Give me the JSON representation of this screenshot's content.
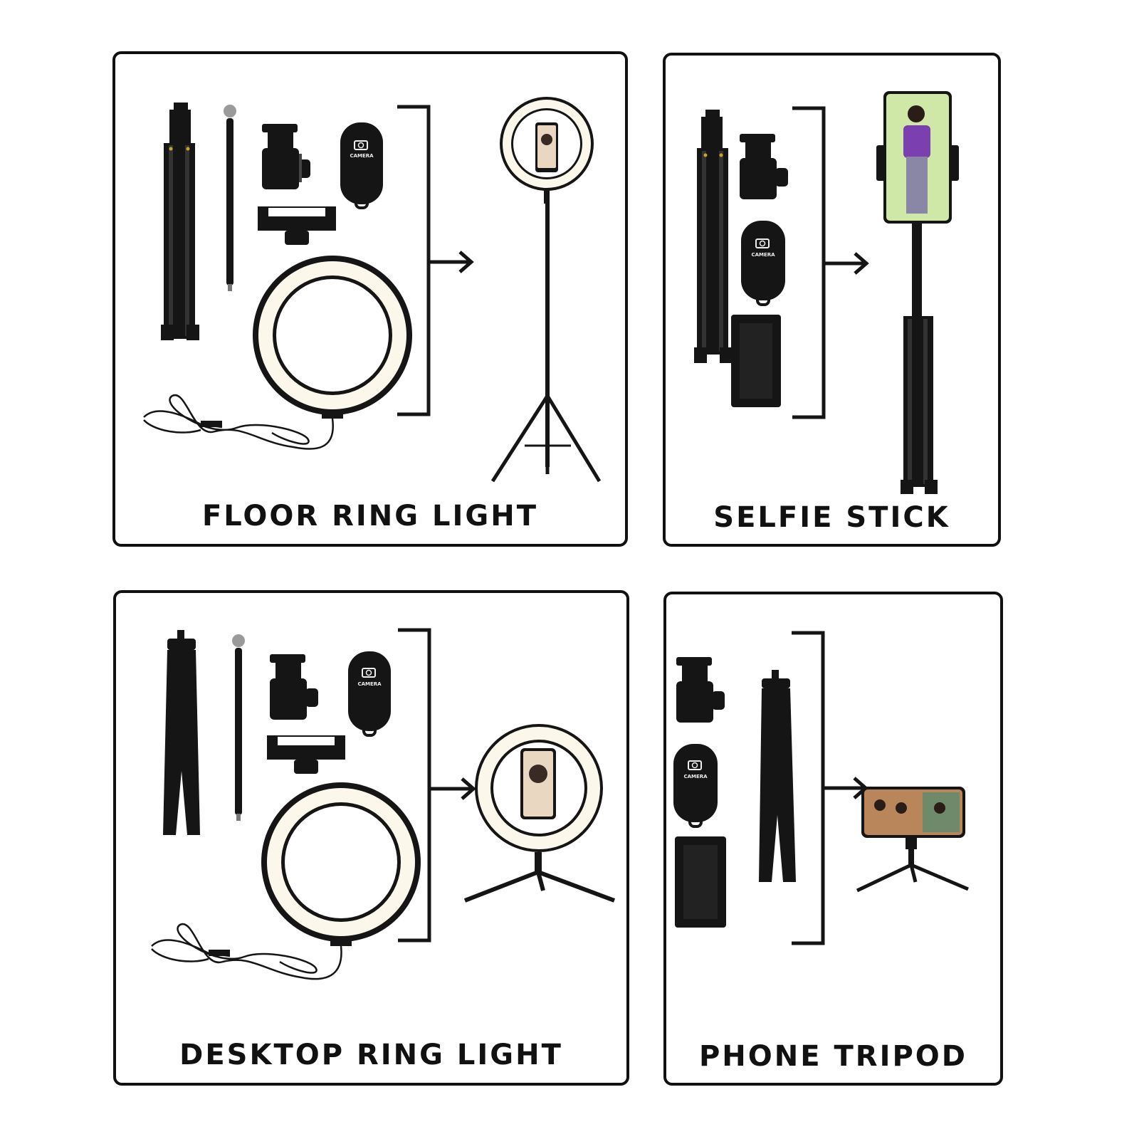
{
  "panels": {
    "floor": {
      "label": "FLOOR RING LIGHT"
    },
    "selfie": {
      "label": "SELFIE STICK"
    },
    "desktop": {
      "label": "DESKTOP RING LIGHT"
    },
    "tripod": {
      "label": "PHONE TRIPOD"
    }
  },
  "remote_label": "CAMERA",
  "colors": {
    "border": "#111111",
    "product": "#151515",
    "ring_light": "#fbf7ea",
    "screen_green": "#cfe8a8",
    "screen_warm": "#e9d7c2"
  },
  "icons": [
    "tripod-icon",
    "gooseneck-icon",
    "ball-head-icon",
    "bluetooth-remote-icon",
    "phone-clamp-icon",
    "ring-light-icon",
    "usb-cable-icon",
    "bracket-icon",
    "arrow-right-icon"
  ]
}
